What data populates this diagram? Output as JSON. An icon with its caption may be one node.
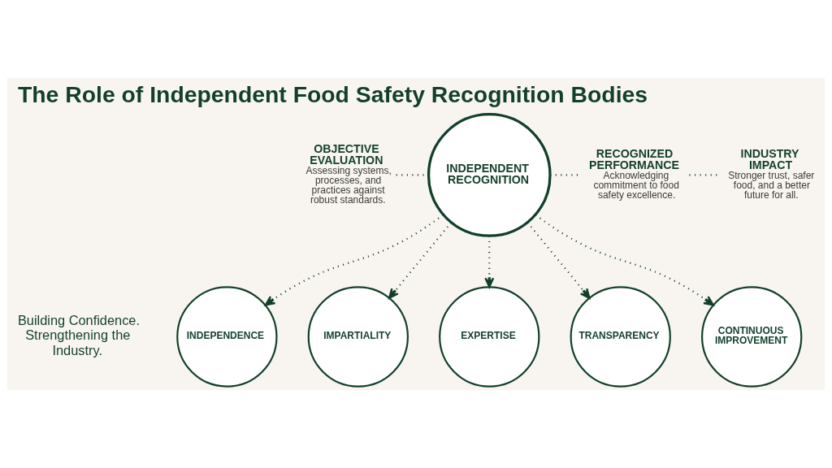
{
  "diagram": {
    "title": "The Role of Independent Food Safety Recognition Bodies",
    "nodes": [
      {
        "text": [
          "OBJECTIVE EVALUATION",
          "Assessing systems, processes, and practices against robust standards."
        ]
      },
      {
        "text": [
          "INDEPENDENT RECOGNITION"
        ]
      },
      {
        "text": [
          "RECOGNIZED PERFORMANCE",
          "Acknowledging commitment to food safety excellence."
        ]
      },
      {
        "text": [
          "INDUSTRY IMPACT",
          "Stronger trust, safer food, and a better future for all."
        ]
      },
      {
        "text": [
          "INDEPENDENCE"
        ]
      },
      {
        "text": [
          "IMPARTIALITY"
        ]
      },
      {
        "text": [
          "EXPERTISE"
        ]
      },
      {
        "text": [
          "TRANSPARENCY"
        ]
      },
      {
        "text": [
          "CONTINUOUS IMPROVEMENT"
        ]
      }
    ],
    "edges": [
      {
        "from": 0,
        "to": 1,
        "arrow": "none",
        "style": "dashed"
      },
      {
        "from": 1,
        "to": 2,
        "arrow": "none",
        "style": "dashed"
      },
      {
        "from": 2,
        "to": 3,
        "arrow": "none",
        "style": "dashed"
      },
      {
        "from": 1,
        "to": 4,
        "arrow": "to",
        "style": "dashed"
      },
      {
        "from": 1,
        "to": 5,
        "arrow": "to",
        "style": "dashed"
      },
      {
        "from": 1,
        "to": 6,
        "arrow": "to",
        "style": "dashed"
      },
      {
        "from": 1,
        "to": 7,
        "arrow": "to",
        "style": "dashed"
      },
      {
        "from": 1,
        "to": 8,
        "arrow": "to",
        "style": "dashed"
      }
    ],
    "labels": [
      "Building Confidence. Strengthening the Industry."
    ]
  }
}
